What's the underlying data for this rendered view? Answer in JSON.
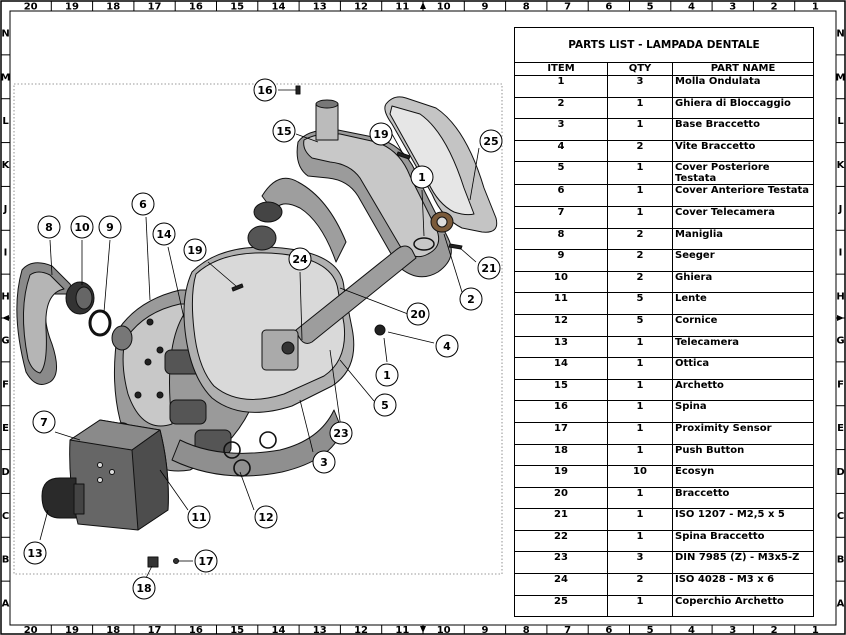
{
  "border_zones": {
    "top": [
      "20",
      "19",
      "18",
      "17",
      "16",
      "15",
      "14",
      "13",
      "12",
      "11",
      "10",
      "9",
      "8",
      "7",
      "6",
      "5",
      "4",
      "3",
      "2",
      "1"
    ],
    "bottom": [
      "20",
      "19",
      "18",
      "17",
      "16",
      "15",
      "14",
      "13",
      "12",
      "11",
      "10",
      "9",
      "8",
      "7",
      "6",
      "5",
      "4",
      "3",
      "2",
      "1"
    ],
    "left": [
      "N",
      "M",
      "L",
      "K",
      "J",
      "I",
      "H",
      "G",
      "F",
      "E",
      "D",
      "C",
      "B",
      "A"
    ],
    "right": [
      "N",
      "M",
      "L",
      "K",
      "J",
      "I",
      "H",
      "G",
      "F",
      "E",
      "D",
      "C",
      "B",
      "A"
    ]
  },
  "parts_list": {
    "title": "PARTS LIST - LAMPADA DENTALE",
    "headers": {
      "item": "ITEM",
      "qty": "QTY",
      "name": "PART NAME"
    },
    "rows": [
      {
        "item": "1",
        "qty": "3",
        "name": "Molla Ondulata"
      },
      {
        "item": "2",
        "qty": "1",
        "name": "Ghiera di Bloccaggio"
      },
      {
        "item": "3",
        "qty": "1",
        "name": "Base Braccetto"
      },
      {
        "item": "4",
        "qty": "2",
        "name": "Vite Braccetto"
      },
      {
        "item": "5",
        "qty": "1",
        "name": "Cover Posteriore Testata"
      },
      {
        "item": "6",
        "qty": "1",
        "name": "Cover Anteriore Testata"
      },
      {
        "item": "7",
        "qty": "1",
        "name": "Cover Telecamera"
      },
      {
        "item": "8",
        "qty": "2",
        "name": "Maniglia"
      },
      {
        "item": "9",
        "qty": "2",
        "name": "Seeger"
      },
      {
        "item": "10",
        "qty": "2",
        "name": "Ghiera"
      },
      {
        "item": "11",
        "qty": "5",
        "name": "Lente"
      },
      {
        "item": "12",
        "qty": "5",
        "name": "Cornice"
      },
      {
        "item": "13",
        "qty": "1",
        "name": "Telecamera"
      },
      {
        "item": "14",
        "qty": "1",
        "name": "Ottica"
      },
      {
        "item": "15",
        "qty": "1",
        "name": "Archetto"
      },
      {
        "item": "16",
        "qty": "1",
        "name": "Spina"
      },
      {
        "item": "17",
        "qty": "1",
        "name": "Proximity Sensor"
      },
      {
        "item": "18",
        "qty": "1",
        "name": "Push Button"
      },
      {
        "item": "19",
        "qty": "10",
        "name": "Ecosyn"
      },
      {
        "item": "20",
        "qty": "1",
        "name": "Braccetto"
      },
      {
        "item": "21",
        "qty": "1",
        "name": "ISO 1207 - M2,5 x 5"
      },
      {
        "item": "22",
        "qty": "1",
        "name": "Spina Braccetto"
      },
      {
        "item": "23",
        "qty": "3",
        "name": "DIN 7985 (Z) - M3x5-Z"
      },
      {
        "item": "24",
        "qty": "2",
        "name": "ISO 4028 - M3 x 6"
      },
      {
        "item": "25",
        "qty": "1",
        "name": "Coperchio Archetto"
      }
    ]
  },
  "callouts": [
    "16",
    "15",
    "19",
    "25",
    "1",
    "8",
    "10",
    "9",
    "6",
    "14",
    "19",
    "24",
    "21",
    "2",
    "20",
    "4",
    "1",
    "5",
    "7",
    "23",
    "3",
    "11",
    "12",
    "13",
    "17",
    "18"
  ]
}
